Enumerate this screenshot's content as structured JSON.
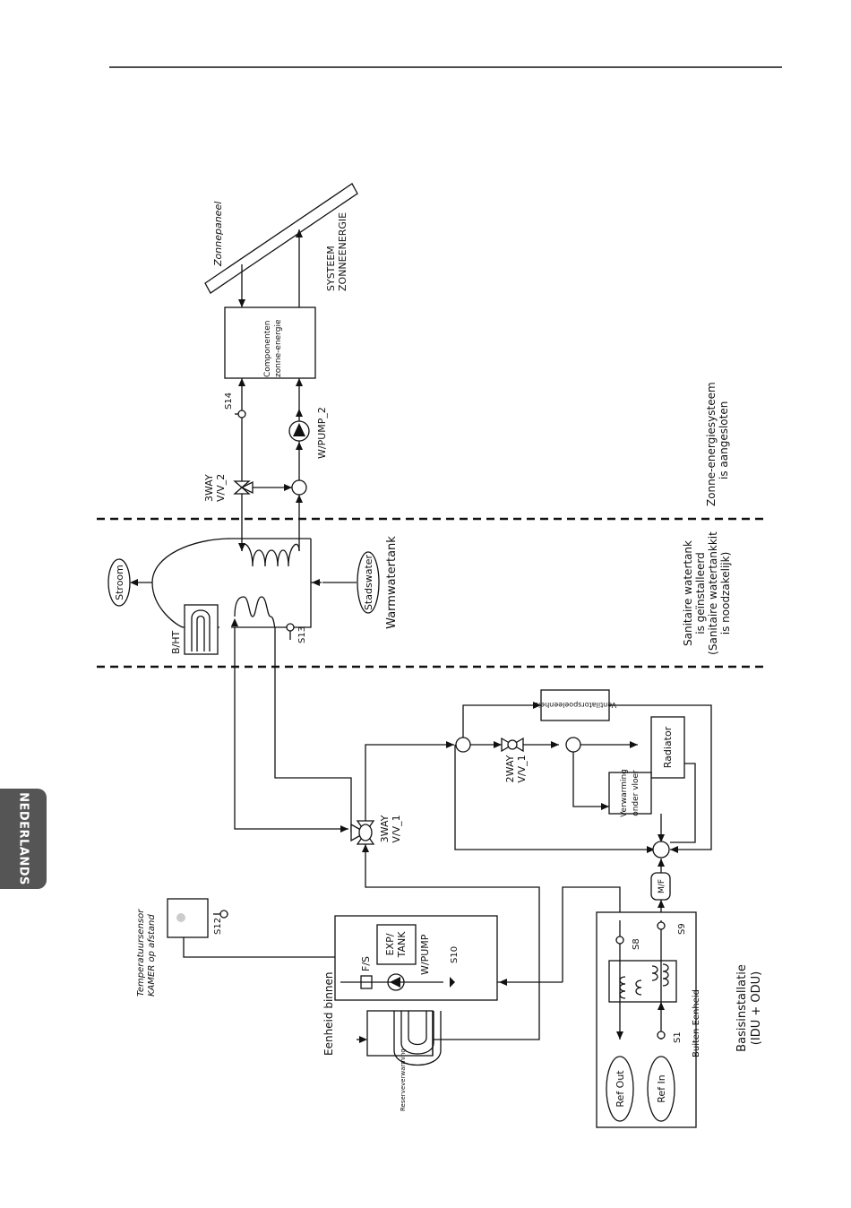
{
  "side_tab": {
    "label": "NEDERLANDS"
  },
  "solar": {
    "panel": "Zonnepaneel",
    "system_line1": "SYSTEEM",
    "system_line2": "ZONNEENERGIE",
    "components_line1": "Componenten",
    "components_line2": "zonne-energie",
    "s14": "S14",
    "pump2": "W/PUMP_2",
    "valve2_line1": "3WAY",
    "valve2_line2": "V/V_2",
    "region_line1": "Zonne-energiesysteem",
    "region_line2": "is aangesloten"
  },
  "tank": {
    "stroom": "Stroom",
    "stadswater": "Stadswater",
    "title": "Warmwatertank",
    "bht": "B/HT",
    "s13": "S13",
    "region_line1": "Sanitaire watertank",
    "region_line2": "is geïnstalleerd",
    "region_line3": "(Sanitaire watertankkit",
    "region_line4": "is noodzakelijk)"
  },
  "circuit": {
    "fan_coil": "Ventilatorspoeleenheid",
    "radiator": "Radiator",
    "floor_line1": "Verwarming",
    "floor_line2": "onder vloer",
    "valve_2way_line1": "2WAY",
    "valve_2way_line2": "V/V_1",
    "valve_3way_line1": "3WAY",
    "valve_3way_line2": "V/V_1",
    "mf": "M/F"
  },
  "indoor": {
    "title": "Eenheid binnen",
    "exp_line1": "EXP/",
    "exp_line2": "TANK",
    "fs": "F/S",
    "pump": "W/PUMP",
    "s10": "S10",
    "backup": "Reserveverwarming",
    "sensor_line1": "Temperatuursensor",
    "sensor_line2": "KAMER op afstand",
    "s12": "S12"
  },
  "outdoor": {
    "title": "Buiten Eenheid",
    "s8": "S8",
    "s9": "S9",
    "s1": "S1",
    "ref_out": "Ref Out",
    "ref_in": "Ref In",
    "basis_line1": "Basisinstallatie",
    "basis_line2": "(IDU + ODU)"
  }
}
